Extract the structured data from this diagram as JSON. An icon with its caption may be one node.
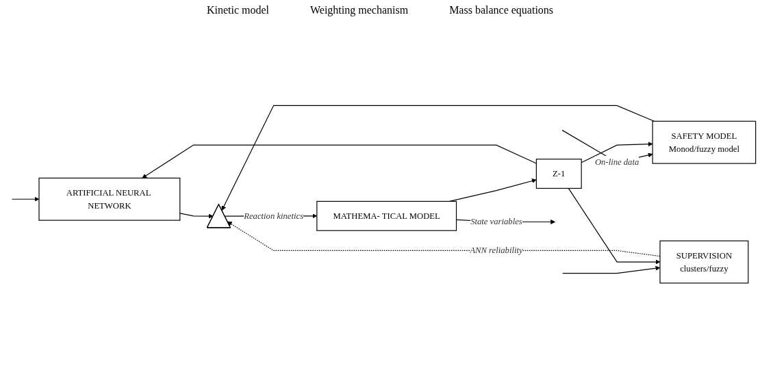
{
  "diagram": {
    "nodes": [
      {
        "text": [
          "ARTIFICIAL NEURAL NETWORK"
        ]
      },
      {
        "text": [
          "SAFETY MODEL",
          "Monod/fuzzy model"
        ]
      },
      {
        "text": [
          "SUPERVISION",
          "clusters/fuzzy"
        ]
      },
      {
        "text": [],
        "shape": "triangle"
      },
      {
        "text": [
          "MATHEMA- TICAL MODEL"
        ]
      },
      {
        "text": [
          "Z-1"
        ]
      }
    ],
    "edges": [
      {
        "from": null,
        "to": 0,
        "arrow": "to"
      },
      {
        "from": null,
        "to": 1,
        "arrow": "to",
        "label": "On-line data"
      },
      {
        "from": null,
        "to": 2,
        "arrow": "to"
      },
      {
        "from": 0,
        "to": 3,
        "arrow": "to"
      },
      {
        "from": 1,
        "to": 3,
        "arrow": "to"
      },
      {
        "from": 2,
        "to": 3,
        "arrow": "to",
        "label": "ANN reliability",
        "style": "dashed"
      },
      {
        "from": 3,
        "to": 4,
        "arrow": "to",
        "label": "Reaction kinetics"
      },
      {
        "from": 4,
        "to": null,
        "arrow": "to",
        "label": "State variables"
      },
      {
        "from": 4,
        "to": 5,
        "arrow": "to"
      },
      {
        "from": 5,
        "to": 0,
        "arrow": "to"
      },
      {
        "from": 5,
        "to": 1,
        "arrow": "to"
      },
      {
        "from": 5,
        "to": 2,
        "arrow": "to"
      }
    ],
    "labels": [
      "Kinetic model",
      "Weighting mechanism",
      "Mass balance equations"
    ]
  }
}
